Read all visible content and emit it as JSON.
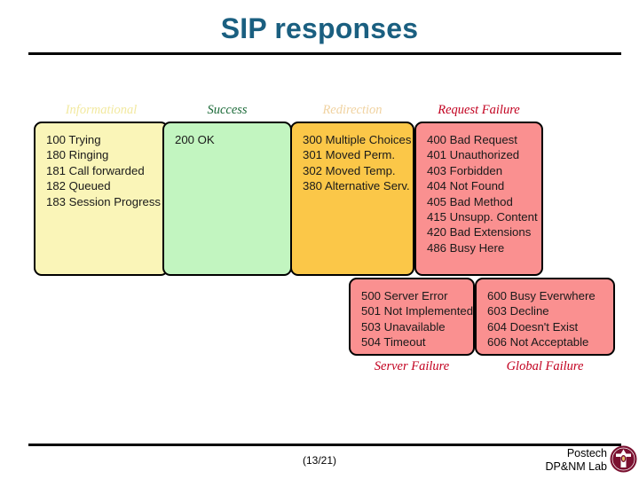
{
  "slide": {
    "title": "SIP responses",
    "title_color": "#1a5f80"
  },
  "categories": [
    {
      "name": "informational",
      "label": "Informational",
      "label_color": "#f2e9a0",
      "fill": "#faf5b8",
      "codes": [
        "100 Trying",
        "180 Ringing",
        "181 Call forwarded",
        "182 Queued",
        "183 Session Progress"
      ]
    },
    {
      "name": "success",
      "label": "Success",
      "label_color": "#1d6b3a",
      "fill": "#c2f5c0",
      "codes": [
        "200 OK"
      ]
    },
    {
      "name": "redirection",
      "label": "Redirection",
      "label_color": "#f0d2a0",
      "fill": "#fbc748",
      "codes": [
        "300 Multiple Choices",
        "301 Moved Perm.",
        "302 Moved Temp.",
        "380 Alternative Serv."
      ]
    },
    {
      "name": "request-failure",
      "label": "Request Failure",
      "label_color": "#c2001f",
      "fill": "#fa9090",
      "codes": [
        "400 Bad Request",
        "401 Unauthorized",
        "403 Forbidden",
        "404 Not Found",
        "405 Bad Method",
        "415 Unsupp. Content",
        "420 Bad Extensions",
        "486 Busy Here"
      ]
    },
    {
      "name": "server-failure",
      "label": "Server Failure",
      "label_color": "#c2001f",
      "fill": "#fa9090",
      "codes": [
        "500 Server Error",
        "501 Not Implemented",
        "503 Unavailable",
        "504 Timeout"
      ]
    },
    {
      "name": "global-failure",
      "label": "Global Failure",
      "label_color": "#c2001f",
      "fill": "#fa9090",
      "codes": [
        "600 Busy Everwhere",
        "603 Decline",
        "604 Doesn't Exist",
        "606 Not Acceptable"
      ]
    }
  ],
  "footer": {
    "page": "(13/21)",
    "org_line1": "Postech",
    "org_line2": "DP&NM Lab",
    "logo_icon": "postech-seal-icon",
    "logo_color": "#7a1030"
  }
}
